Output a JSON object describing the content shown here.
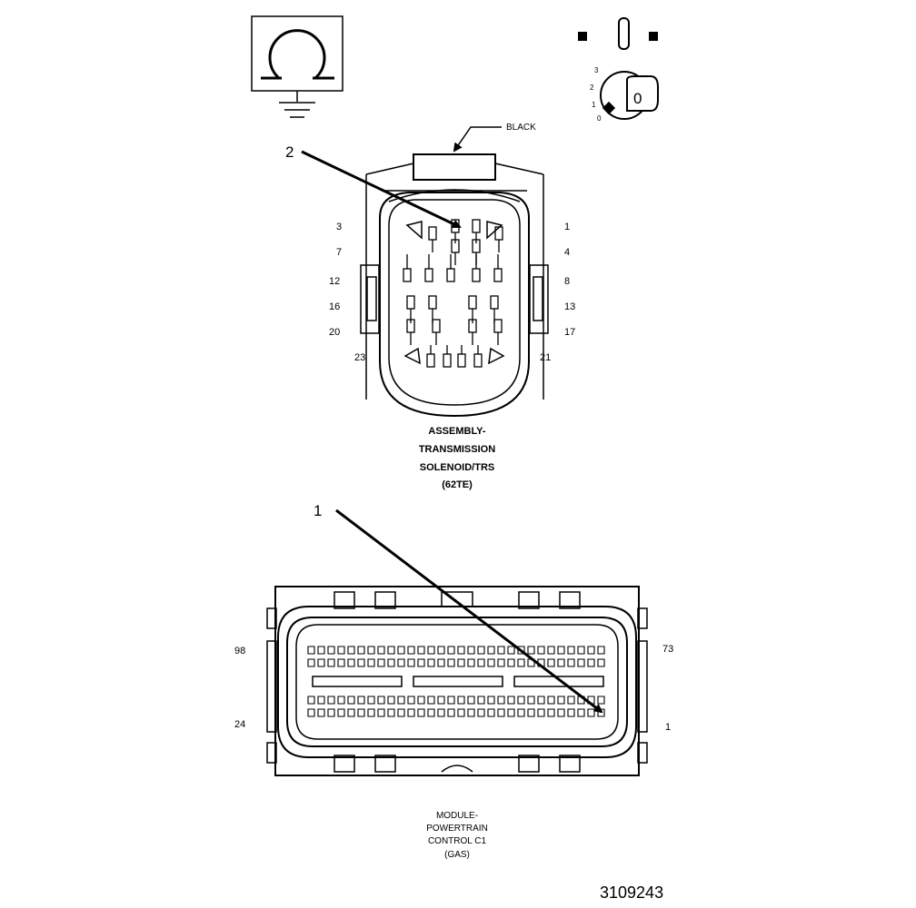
{
  "ground_symbol": {
    "name": "ground-symbol-icon"
  },
  "ignition": {
    "positions": [
      "3",
      "2",
      "1",
      "0"
    ],
    "key_label": "0"
  },
  "connector_top": {
    "callout_color": "BLACK",
    "callout_number": "2",
    "pin_labels_left": [
      "3",
      "7",
      "12",
      "16",
      "20",
      "23"
    ],
    "pin_labels_right": [
      "1",
      "4",
      "8",
      "13",
      "17",
      "21"
    ],
    "title_lines": [
      "ASSEMBLY-",
      "TRANSMISSION",
      "SOLENOID/TRS",
      "(62TE)"
    ]
  },
  "connector_bottom": {
    "callout_number": "1",
    "pin_label_top_left": "98",
    "pin_label_top_right": "73",
    "pin_label_bottom_left": "24",
    "pin_label_bottom_right": "1",
    "title_lines": [
      "MODULE-",
      "POWERTRAIN",
      "CONTROL C1",
      "(GAS)"
    ]
  },
  "figure_id": "3109243"
}
